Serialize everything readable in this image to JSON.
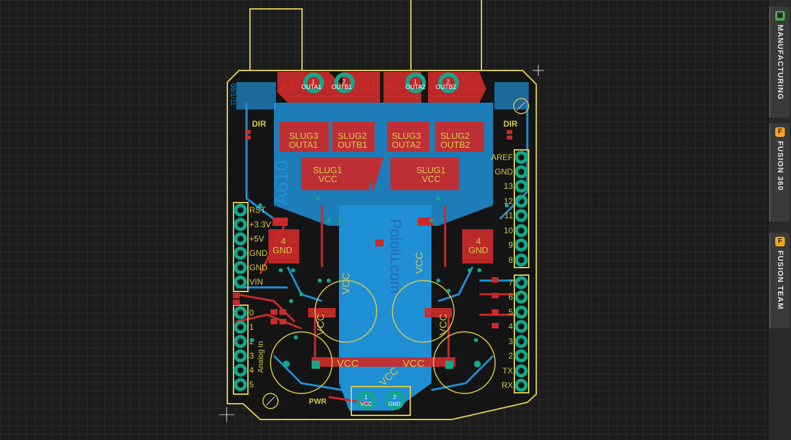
{
  "board": {
    "title_text": "A610",
    "header_labels": [
      "A1",
      "B1",
      "A2",
      "B2"
    ],
    "out_labels": [
      "OUTA1",
      "OUTB1",
      "OUTA2",
      "OUTB2"
    ],
    "pad_numbers": [
      "1",
      "2",
      "1",
      "2"
    ],
    "slug_labels": [
      {
        "top": "SLUG3",
        "bottom": "OUTA1"
      },
      {
        "top": "SLUG2",
        "bottom": "OUTB1"
      },
      {
        "top": "SLUG3",
        "bottom": "OUTA2"
      },
      {
        "top": "SLUG2",
        "bottom": "OUTB2"
      },
      {
        "top": "SLUG1",
        "bottom": "VCC"
      },
      {
        "top": "SLUG1",
        "bottom": "VCC"
      }
    ],
    "gnd_pads": [
      {
        "num": "4",
        "label": "GND"
      },
      {
        "num": "4",
        "label": "GND"
      }
    ],
    "dir_label": "DIR",
    "left_header": [
      "RST",
      "+3.3V",
      "+5V",
      "GND",
      "GND",
      "VIN"
    ],
    "analog_pins": [
      "0",
      "1",
      "2",
      "3",
      "4",
      "5"
    ],
    "analog_label": "Analog In",
    "right_header_top": [
      "AREF",
      "GND",
      "13",
      "12",
      "11",
      "10",
      "9",
      "8"
    ],
    "right_header_bottom": [
      "7",
      "6",
      "5",
      "4",
      "3",
      "2",
      "TX",
      "RX"
    ],
    "vcc_labels": [
      "VCC",
      "VCC",
      "VCC",
      "VCC",
      "VCC",
      "VCC",
      "VCC"
    ],
    "pwr_label": "PWR",
    "power_connector": {
      "pin1": "1",
      "pin1_name": "VCC",
      "pin2": "2",
      "pin2_name": "GND"
    },
    "mirrored_text": "Pololu.com",
    "corner_text": "08/1/11"
  },
  "side_tabs": [
    {
      "label": "MANUFACTURING",
      "icon": "manufacturing-icon",
      "color": "#4caf50"
    },
    {
      "label": "FUSION 360",
      "icon": "fusion-360-icon",
      "color": "#f5a623"
    },
    {
      "label": "FUSION TEAM",
      "icon": "fusion-team-icon",
      "color": "#f5a623"
    }
  ],
  "colors": {
    "top_copper": "#cc2a2a",
    "bottom_copper": "#1f8fd6",
    "silkscreen": "#d6c84a",
    "pad": "#12a88a",
    "background": "#1c1c1c"
  }
}
